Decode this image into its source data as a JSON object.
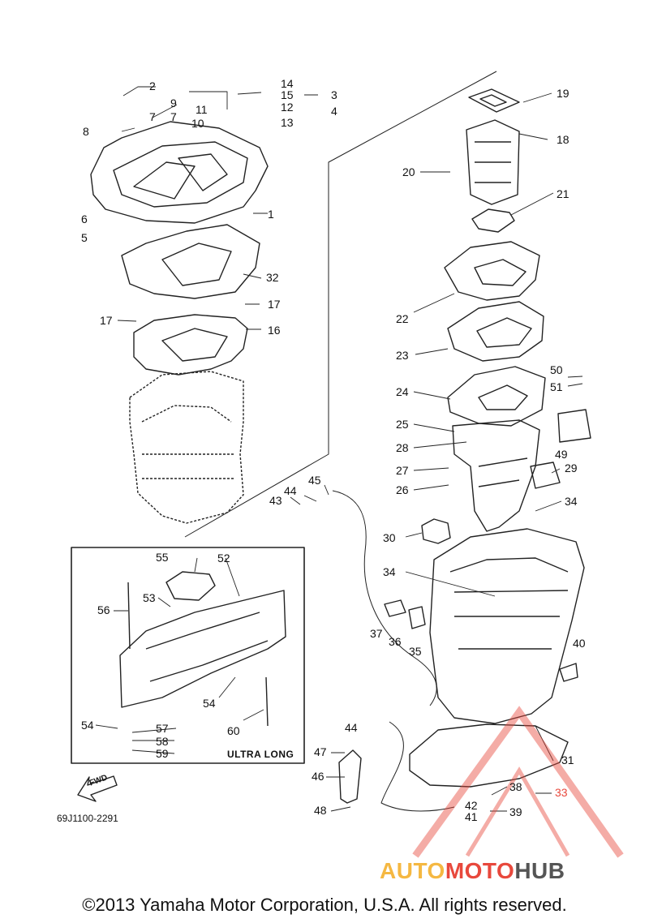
{
  "part_labels": [
    "1",
    "2",
    "3",
    "4",
    "5",
    "6",
    "7",
    "7",
    "8",
    "9",
    "10",
    "11",
    "12",
    "13",
    "14",
    "15",
    "16",
    "17",
    "17",
    "18",
    "19",
    "20",
    "21",
    "22",
    "23",
    "24",
    "25",
    "26",
    "27",
    "28",
    "29",
    "30",
    "31",
    "32",
    "33",
    "34",
    "34",
    "35",
    "36",
    "37",
    "38",
    "39",
    "40",
    "41",
    "42",
    "43",
    "44",
    "44",
    "45",
    "46",
    "47",
    "48",
    "49",
    "50",
    "51",
    "52",
    "53",
    "54",
    "54",
    "55",
    "56",
    "57",
    "58",
    "59",
    "60"
  ],
  "inset_label": "ULTRA LONG",
  "fwd_label": "FWD",
  "diagram_code": "69J1100-2291",
  "watermark": {
    "part1": "AUTO",
    "part2": "MOTO",
    "part3": "HUB"
  },
  "copyright": "©2013 Yamaha Motor Corporation, U.S.A. All rights reserved.",
  "colors": {
    "line": "#222222",
    "watermark_red": "#e8483c",
    "watermark_yellow": "#f5b842",
    "watermark_gray": "#555555"
  }
}
